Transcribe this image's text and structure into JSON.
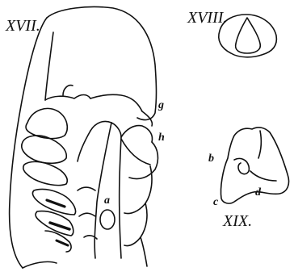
{
  "figures": {
    "fig17": {
      "number": "XVII.",
      "letters": {
        "a": "a",
        "g": "g",
        "h": "h"
      }
    },
    "fig18": {
      "number": "XVIII."
    },
    "fig19": {
      "number": "XIX.",
      "letters": {
        "b": "b",
        "c": "c",
        "d": "d"
      }
    }
  }
}
